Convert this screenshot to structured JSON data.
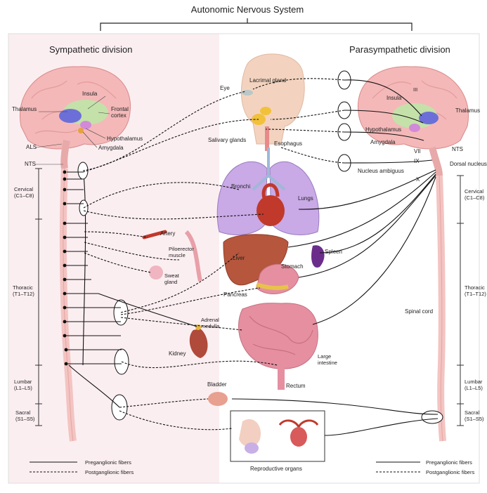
{
  "title": "Autonomic Nervous System",
  "sympathetic_title": "Sympathetic division",
  "parasympathetic_title": "Parasympathetic division",
  "left_brain": {
    "insula": "Insula",
    "thalamus": "Thalamus",
    "frontal_cortex_1": "Frontal",
    "frontal_cortex_2": "cortex",
    "hypothalamus": "Hypothalamus",
    "amygdala": "Amygdala",
    "als": "ALS",
    "nts": "NTS"
  },
  "right_brain": {
    "insula": "Insula",
    "thalamus": "Thalamus",
    "hypothalamus": "Hypothalamus",
    "amygdala": "Amygdala",
    "vii": "VII",
    "nts": "NTS",
    "ix": "IX",
    "dorsal_nucleus": "Dorsal nucleus",
    "nucleus_ambiguus": "Nucleus ambiguus",
    "x": "X",
    "iii": "III"
  },
  "left_spine": {
    "cervical_1": "Cervical",
    "cervical_2": "(C1–C8)",
    "thoracic_1": "Thoracic",
    "thoracic_2": "(T1–T12)",
    "lumbar_1": "Lumbar",
    "lumbar_2": "(L1–L5)",
    "sacral_1": "Sacral",
    "sacral_2": "(S1–S5)"
  },
  "right_spine": {
    "cervical_1": "Cervical",
    "cervical_2": "(C1–C8)",
    "thoracic_1": "Thoracic",
    "thoracic_2": "(T1–T12)",
    "spinal_cord": "Spinal cord",
    "lumbar_1": "Lumbar",
    "lumbar_2": "(L1–L5)",
    "sacral_1": "Sacral",
    "sacral_2": "(S1–S5)"
  },
  "organs": {
    "eye": "Eye",
    "lacrimal_gland": "Lacrimal gland",
    "salivary_glands": "Salivary glands",
    "esophagus": "Esophagus",
    "bronchi": "Bronchi",
    "lungs": "Lungs",
    "artery": "Artery",
    "pilomotor_1": "Piloerector",
    "pilomotor_2": "muscle",
    "sweat_1": "Sweat",
    "sweat_2": "gland",
    "liver": "Liver",
    "spleen": "Spleen",
    "stomach": "Stomach",
    "pancreas": "Pancreas",
    "adrenal_1": "Adrenal",
    "adrenal_2": "medulla",
    "kidney": "Kidney",
    "large_intestine_1": "Large",
    "large_intestine_2": "intestine",
    "rectum": "Rectum",
    "bladder": "Bladder",
    "reproductive": "Reproductive organs"
  },
  "legend_left": {
    "pre": "Preganglionic fibers",
    "post": "Postganglionic fibers"
  },
  "legend_right": {
    "pre": "Preganglionic fibers",
    "post": "Postganglionic fibers"
  },
  "colors": {
    "brain": "#f4b8b8",
    "spine": "#f6c9c7",
    "lungs": "#c9a9e6",
    "liver": "#b5563d",
    "intestine": "#e58fa0",
    "background_left": "#fbeef0"
  }
}
